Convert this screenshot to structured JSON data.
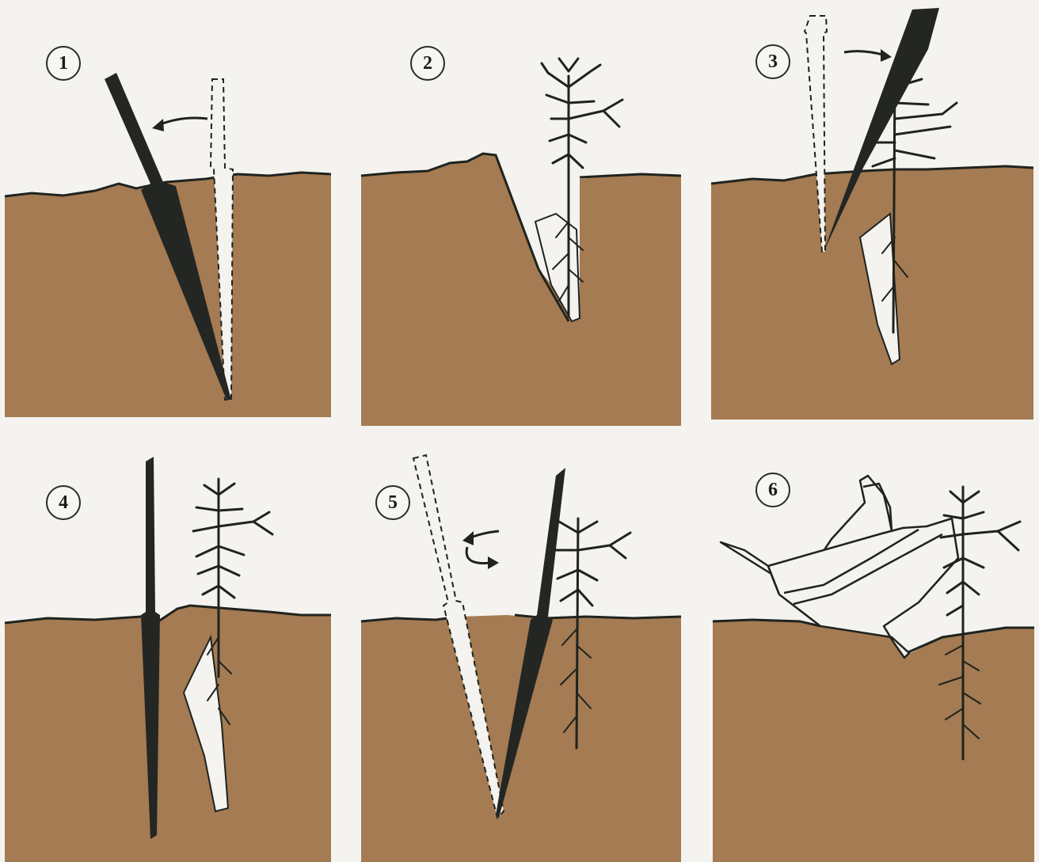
{
  "steps": [
    {
      "number": "1"
    },
    {
      "number": "2"
    },
    {
      "number": "3"
    },
    {
      "number": "4"
    },
    {
      "number": "5"
    },
    {
      "number": "6"
    }
  ],
  "colors": {
    "soil": "#a47b52",
    "paper": "#f4f3ef",
    "ink": "#1f231f",
    "tool": "#232623"
  },
  "icons": [
    "planting-bar-icon",
    "seedling-icon",
    "curved-arrow-icon",
    "boot-icon"
  ]
}
